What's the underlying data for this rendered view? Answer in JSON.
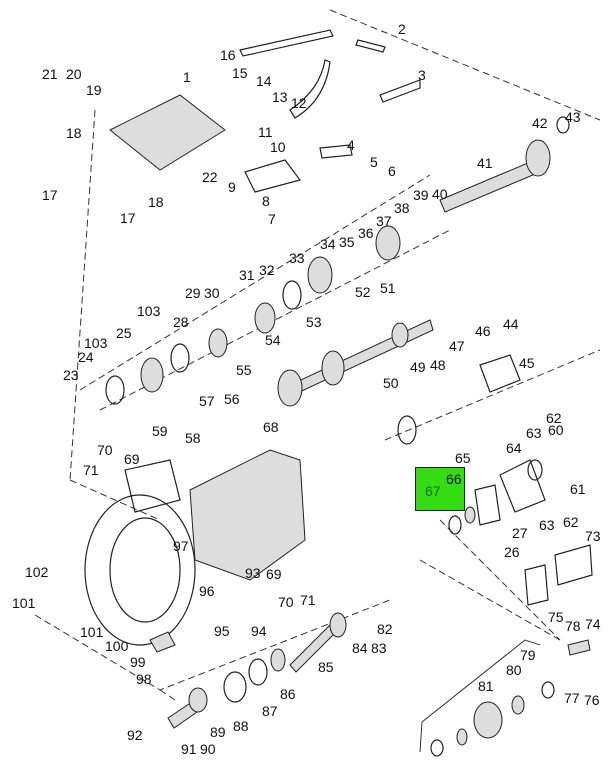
{
  "title": "Transmission exploded parts diagram",
  "highlight_color": "#33dd11",
  "labels": {
    "n1": "1",
    "n2": "2",
    "n3": "3",
    "n4": "4",
    "n5": "5",
    "n6": "6",
    "n7": "7",
    "n8": "8",
    "n9": "9",
    "n10": "10",
    "n11": "11",
    "n12": "12",
    "n13": "13",
    "n14": "14",
    "n15": "15",
    "n16": "16",
    "n17a": "17",
    "n17b": "17",
    "n18a": "18",
    "n18b": "18",
    "n19": "19",
    "n20": "20",
    "n21": "21",
    "n22": "22",
    "n23": "23",
    "n24": "24",
    "n25": "25",
    "n26": "26",
    "n27": "27",
    "n28": "28",
    "n29": "29",
    "n30": "30",
    "n31": "31",
    "n32": "32",
    "n33": "33",
    "n34": "34",
    "n35": "35",
    "n36": "36",
    "n37": "37",
    "n38": "38",
    "n39": "39",
    "n40": "40",
    "n41": "41",
    "n42": "42",
    "n43": "43",
    "n44": "44",
    "n45": "45",
    "n46": "46",
    "n47": "47",
    "n48": "48",
    "n49": "49",
    "n50": "50",
    "n51": "51",
    "n52": "52",
    "n53": "53",
    "n54": "54",
    "n55": "55",
    "n56": "56",
    "n57": "57",
    "n58": "58",
    "n59": "59",
    "n60": "60",
    "n61": "61",
    "n62a": "62",
    "n62b": "62",
    "n63a": "63",
    "n63b": "63",
    "n64": "64",
    "n65": "65",
    "n66": "66",
    "n67": "67",
    "n68": "68",
    "n69a": "69",
    "n69b": "69",
    "n70a": "70",
    "n70b": "70",
    "n71a": "71",
    "n71b": "71",
    "n73": "73",
    "n74": "74",
    "n75": "75",
    "n76": "76",
    "n77": "77",
    "n78": "78",
    "n79": "79",
    "n80": "80",
    "n81": "81",
    "n82": "82",
    "n83": "83",
    "n84": "84",
    "n85": "85",
    "n86": "86",
    "n87": "87",
    "n88": "88",
    "n89": "89",
    "n90": "90",
    "n91": "91",
    "n92": "92",
    "n93": "93",
    "n94": "94",
    "n95": "95",
    "n96": "96",
    "n97": "97",
    "n98": "98",
    "n99": "99",
    "n100": "100",
    "n101a": "101",
    "n101b": "101",
    "n102": "102",
    "n103a": "103",
    "n103b": "103"
  }
}
